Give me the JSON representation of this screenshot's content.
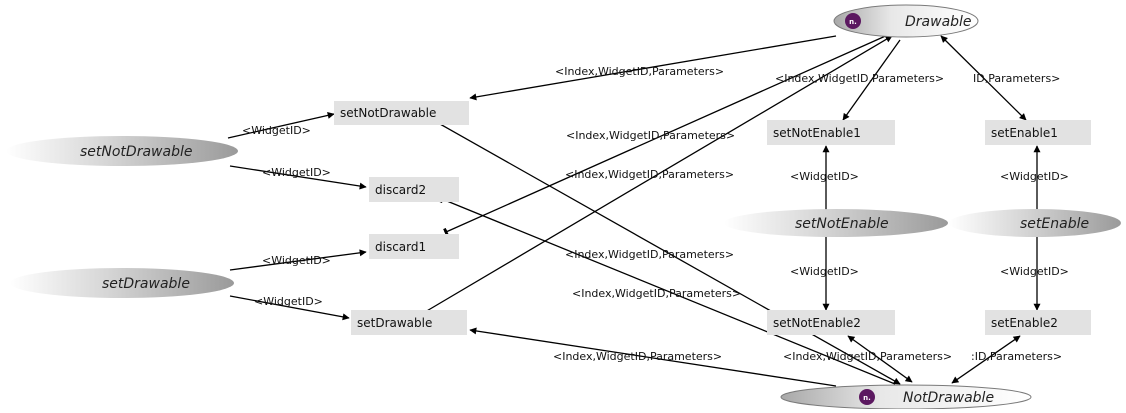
{
  "places": {
    "drawable": "Drawable",
    "not_drawable": "NotDrawable",
    "set_not_drawable": "setNotDrawable",
    "set_drawable": "setDrawable",
    "set_not_enable": "setNotEnable",
    "set_enable": "setEnable",
    "marker_glyph": "n."
  },
  "transitions": {
    "set_not_drawable": "setNotDrawable",
    "discard2": "discard2",
    "discard1": "discard1",
    "set_drawable": "setDrawable",
    "set_not_enable1": "setNotEnable1",
    "set_enable1": "setEnable1",
    "set_not_enable2": "setNotEnable2",
    "set_enable2": "setEnable2"
  },
  "edge_labels": {
    "e1": "<Index,WidgetID,Parameters>",
    "e2": "<Index,WidgetID,Parameters>",
    "e3": "ID,Parameters>",
    "e4": "<Index,WidgetID,Parameters>",
    "e5": "<Index,WidgetID,Parameters>",
    "e6": "<WidgetID>",
    "e7": "<WidgetID>",
    "e8": "<WidgetID>",
    "e9": "<WidgetID>",
    "e10": "<WidgetID>",
    "e11": "<WidgetID>",
    "e12": "<WidgetID>",
    "e13": "<WidgetID>",
    "e14": "<Index,WidgetID,Parameters>",
    "e15": "<Index,WidgetID,Parameters>",
    "e16": "<Index,WidgetID,Parameters>",
    "e17": "<Index,WidgetID,Parameters>",
    "e18": ":ID,Parameters>"
  },
  "colors": {
    "place_fill_light": "#ffffff",
    "place_fill_dark": "#9a9a9a",
    "transition_fill": "#e2e2e2",
    "marker": "#5b1860"
  }
}
